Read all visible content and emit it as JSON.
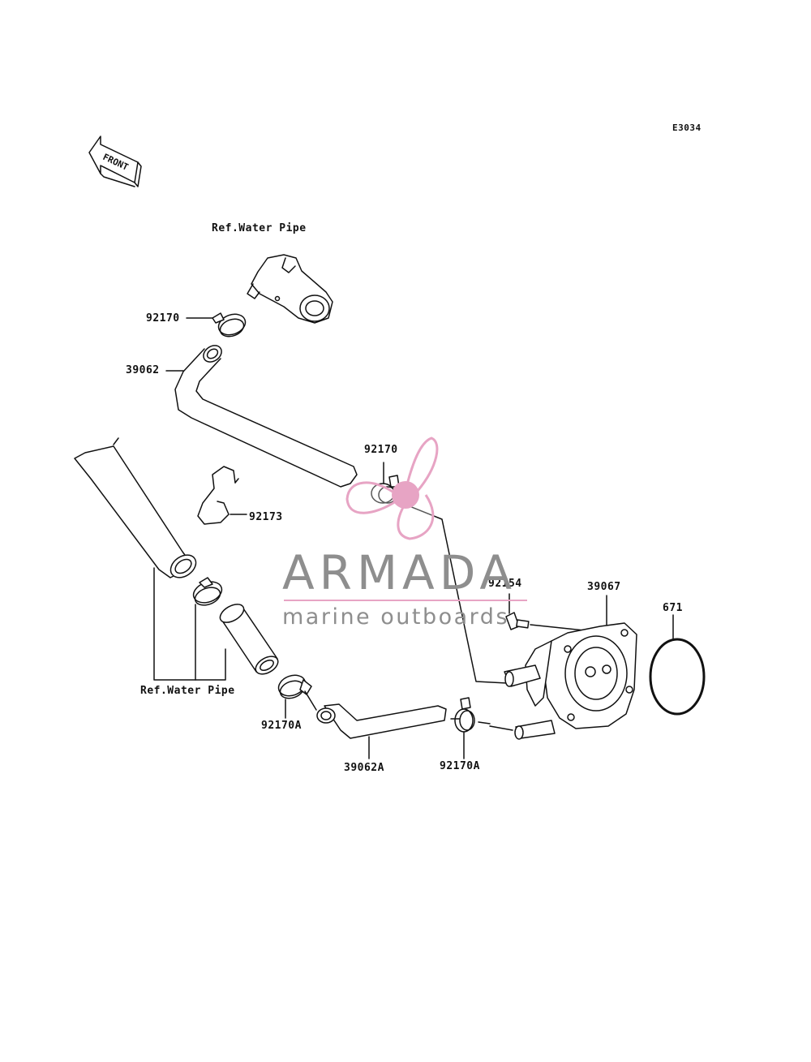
{
  "diagram_code": "E3034",
  "front_arrow_label": "FRONT",
  "labels": {
    "ref_water_pipe_top": "Ref.Water Pipe",
    "ref_water_pipe_bottom": "Ref.Water Pipe",
    "clamp_upper_left": "92170",
    "hose_upper": "39062",
    "clamp_center": "92170",
    "clip": "92173",
    "bolt": "92154",
    "cooler": "39067",
    "o_ring": "671",
    "clamp_lower_left": "92170A",
    "hose_lower": "39062A",
    "clamp_lower_right": "92170A"
  },
  "watermark": {
    "title": "ARMADA",
    "subtitle": "marine outboards",
    "accent_color": "#e7a4c4",
    "text_color": "#8e8e8e"
  }
}
